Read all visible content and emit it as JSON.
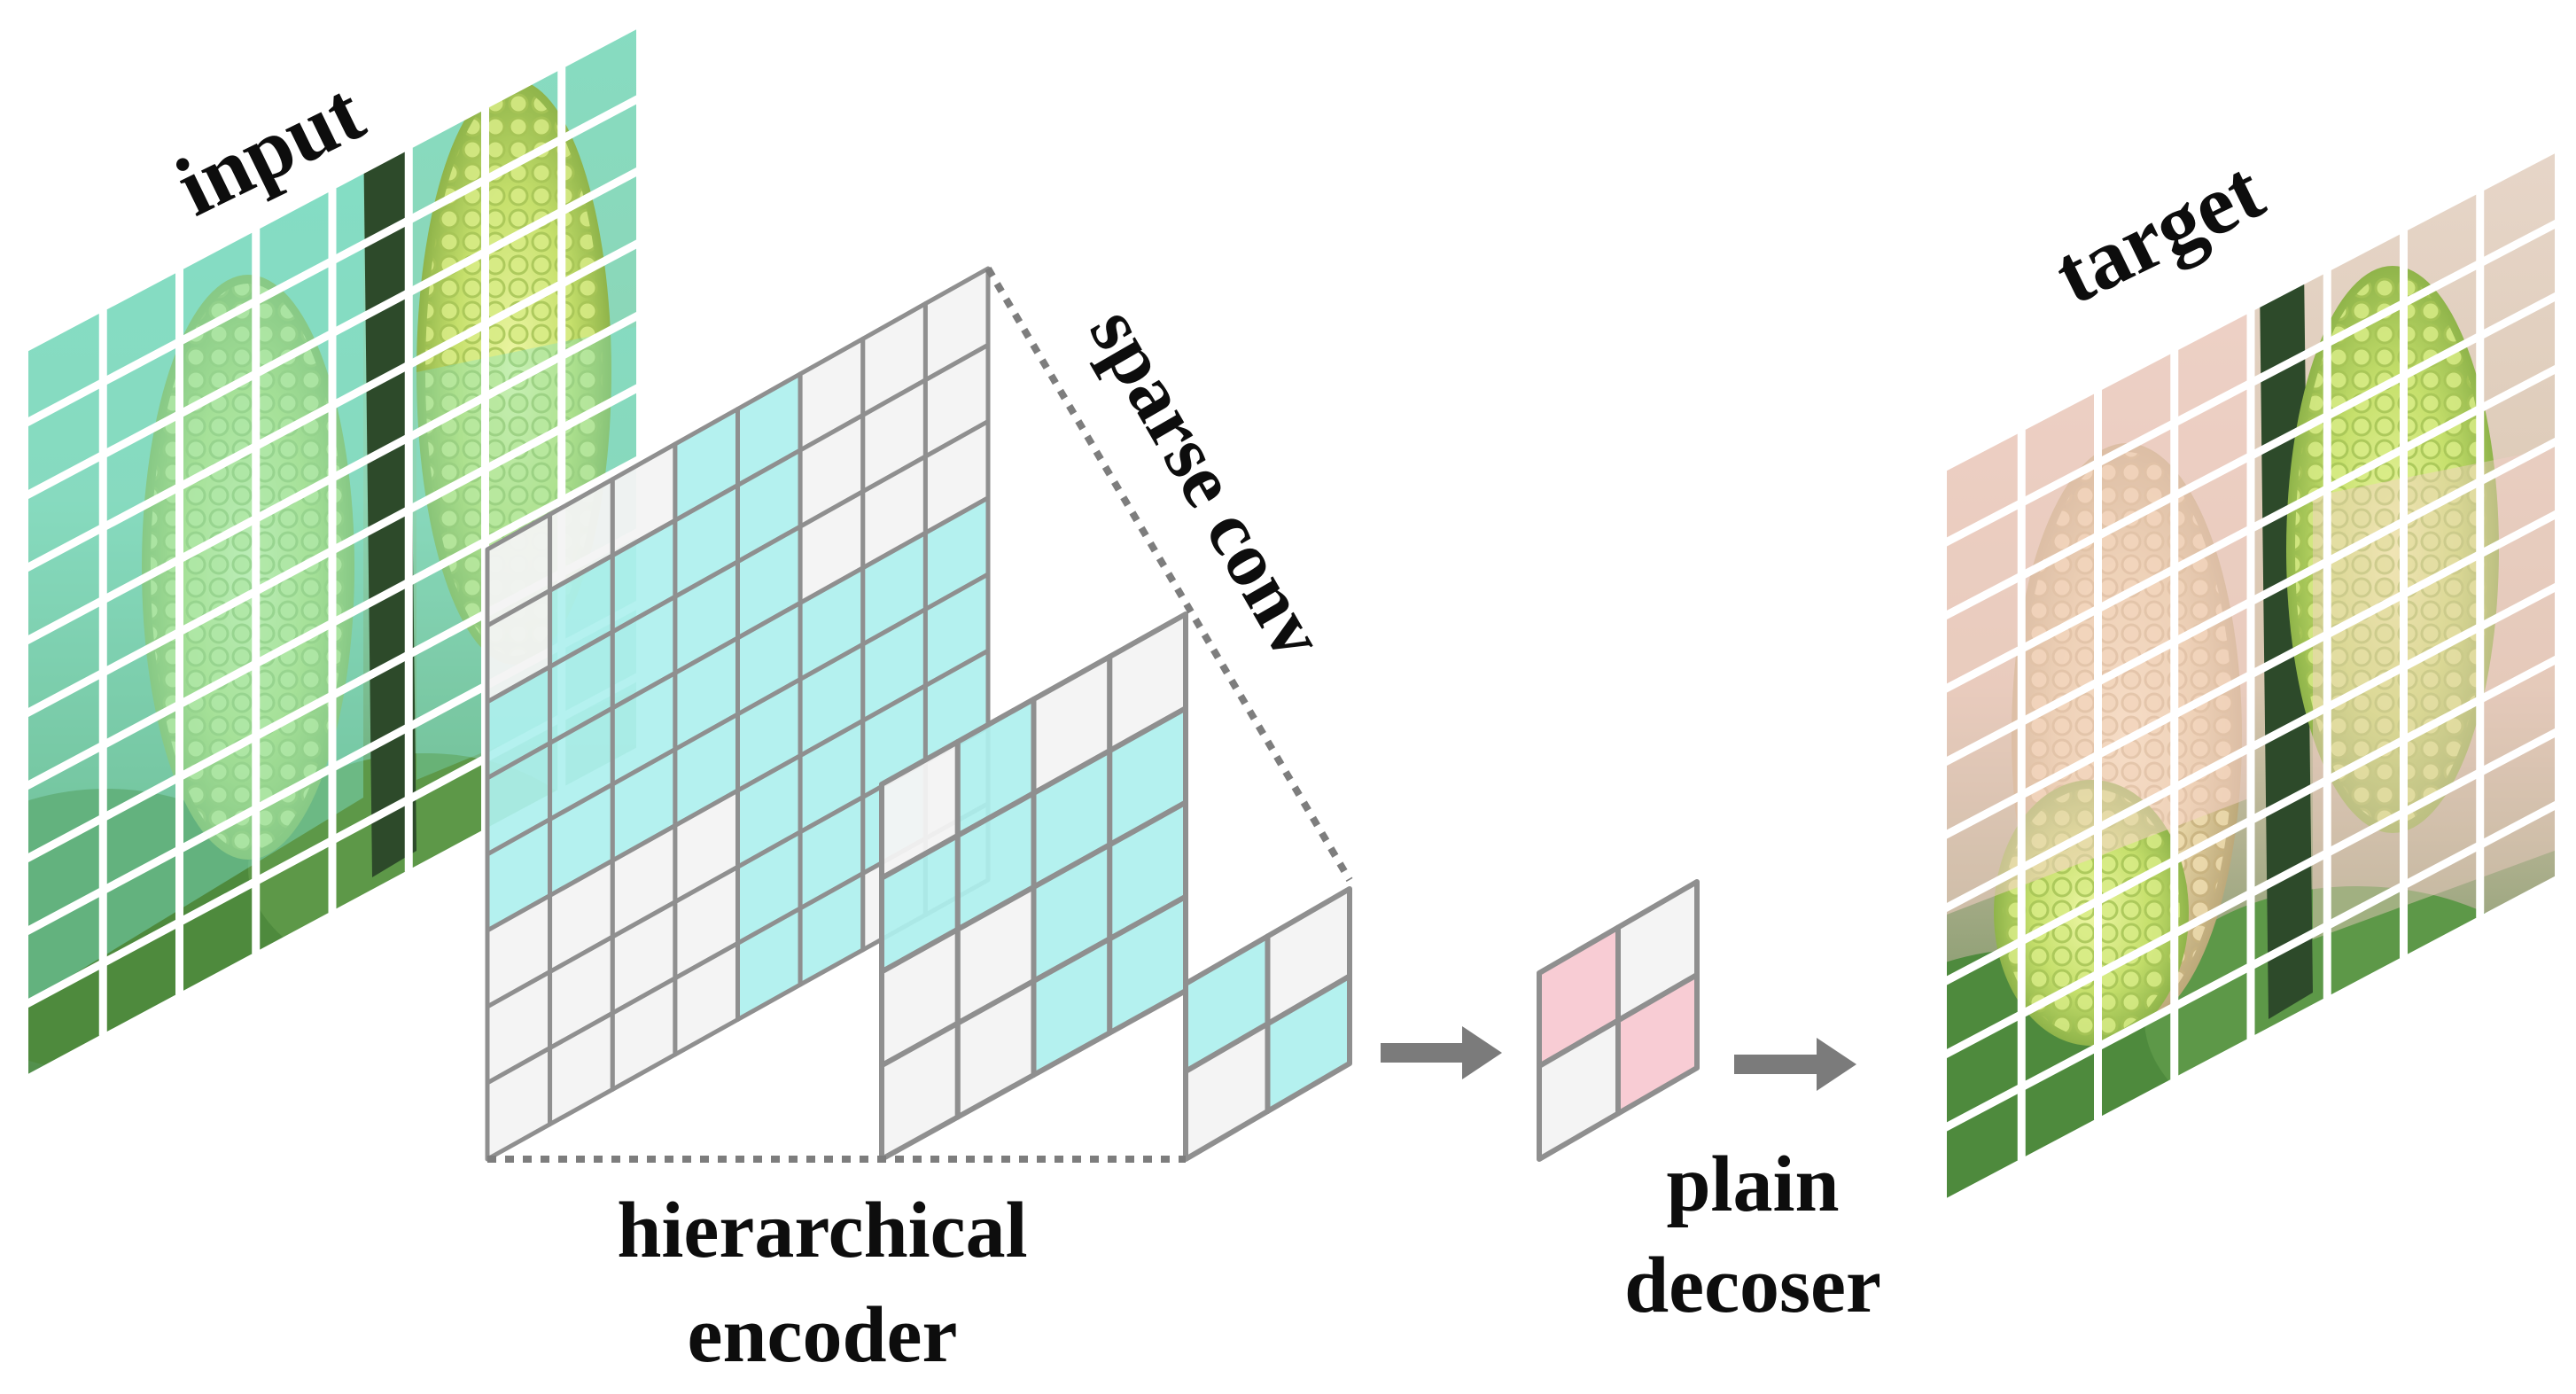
{
  "labels": {
    "input": "input",
    "target": "target",
    "sparse_conv": "sparse conv",
    "encoder_line1": "hierarchical",
    "encoder_line2": "encoder",
    "decoder_line1": "plain",
    "decoder_line2": "decoser"
  },
  "colors": {
    "grid_stroke": "#8f8f8f",
    "empty_cell": "#f3f3f3",
    "masked_cell": "#aef0ee",
    "decoder_cell": "#f7c8d0",
    "arrow": "#7b7b7b",
    "text": "#0d0d0d",
    "teal_tint": "#7fe3cf",
    "pink_tint": "#f5cfc8",
    "foliage_dark": "#3a6b35",
    "foliage_mid": "#5f9a4a",
    "fruit_green": "#c3df6a",
    "fruit_light": "#e7f39a",
    "stem_dark": "#2d4a2a"
  },
  "grids": {
    "input_panel": {
      "rows": 10,
      "cols": 8
    },
    "target_panel": {
      "rows": 10,
      "cols": 8
    },
    "encoder_large": {
      "rows": 8,
      "cols": 8,
      "masked_cells": [
        [
          0,
          3
        ],
        [
          0,
          4
        ],
        [
          1,
          1
        ],
        [
          1,
          2
        ],
        [
          1,
          3
        ],
        [
          1,
          4
        ],
        [
          2,
          0
        ],
        [
          2,
          1
        ],
        [
          2,
          2
        ],
        [
          2,
          3
        ],
        [
          2,
          4
        ],
        [
          3,
          0
        ],
        [
          3,
          1
        ],
        [
          3,
          2
        ],
        [
          3,
          3
        ],
        [
          3,
          4
        ],
        [
          3,
          5
        ],
        [
          3,
          6
        ],
        [
          3,
          7
        ],
        [
          4,
          0
        ],
        [
          4,
          1
        ],
        [
          4,
          2
        ],
        [
          4,
          3
        ],
        [
          4,
          4
        ],
        [
          4,
          5
        ],
        [
          4,
          6
        ],
        [
          4,
          7
        ],
        [
          5,
          4
        ],
        [
          5,
          5
        ],
        [
          5,
          6
        ],
        [
          5,
          7
        ],
        [
          6,
          4
        ],
        [
          6,
          5
        ],
        [
          6,
          6
        ],
        [
          7,
          4
        ],
        [
          7,
          5
        ]
      ]
    },
    "encoder_medium": {
      "rows": 4,
      "cols": 4,
      "masked_cells": [
        [
          0,
          1
        ],
        [
          1,
          0
        ],
        [
          1,
          1
        ],
        [
          1,
          2
        ],
        [
          1,
          3
        ],
        [
          2,
          2
        ],
        [
          2,
          3
        ],
        [
          3,
          2
        ],
        [
          3,
          3
        ]
      ]
    },
    "encoder_small": {
      "rows": 2,
      "cols": 2,
      "masked_cells": [
        [
          0,
          0
        ],
        [
          1,
          1
        ]
      ]
    },
    "decoder": {
      "rows": 2,
      "cols": 2,
      "masked_cells": [
        [
          0,
          0
        ],
        [
          1,
          1
        ]
      ]
    }
  }
}
